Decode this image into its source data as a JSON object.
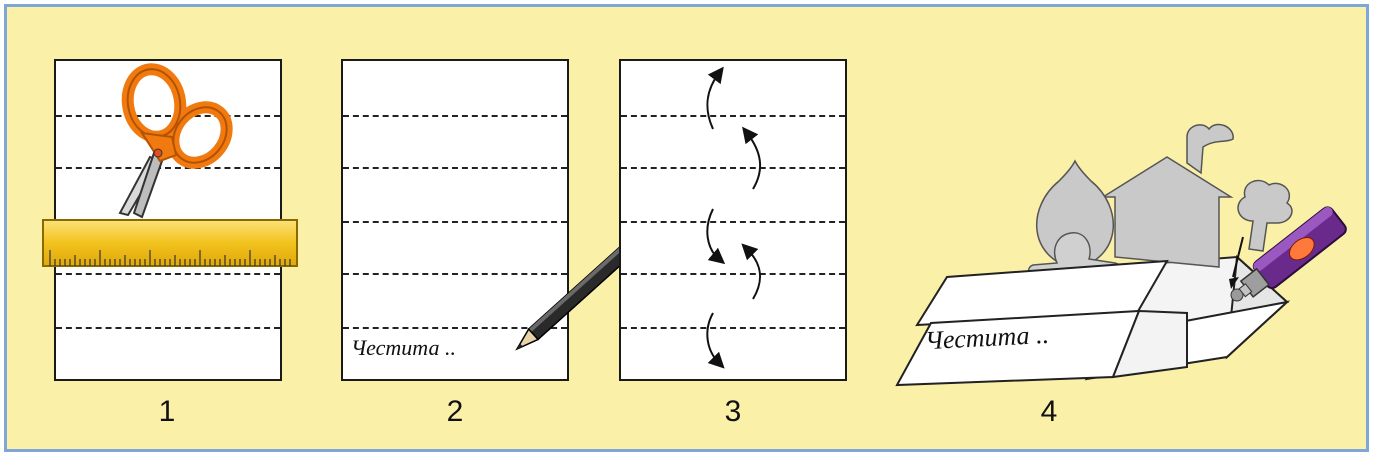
{
  "steps": [
    {
      "number": "1"
    },
    {
      "number": "2",
      "greeting": "Честита .."
    },
    {
      "number": "3"
    },
    {
      "number": "4",
      "greeting": "Честита .."
    }
  ],
  "icons": [
    "scissors-icon",
    "ruler-icon",
    "pencil-icon",
    "fold-arrow-icon",
    "glue-tube-icon"
  ],
  "colors": {
    "background": "#fbf0a8",
    "border": "#7ea6d8",
    "scissors": "#f07a10",
    "ruler": "#f2c21c",
    "glue": "#6a2a8c",
    "cutout": "#c9c9c9"
  }
}
